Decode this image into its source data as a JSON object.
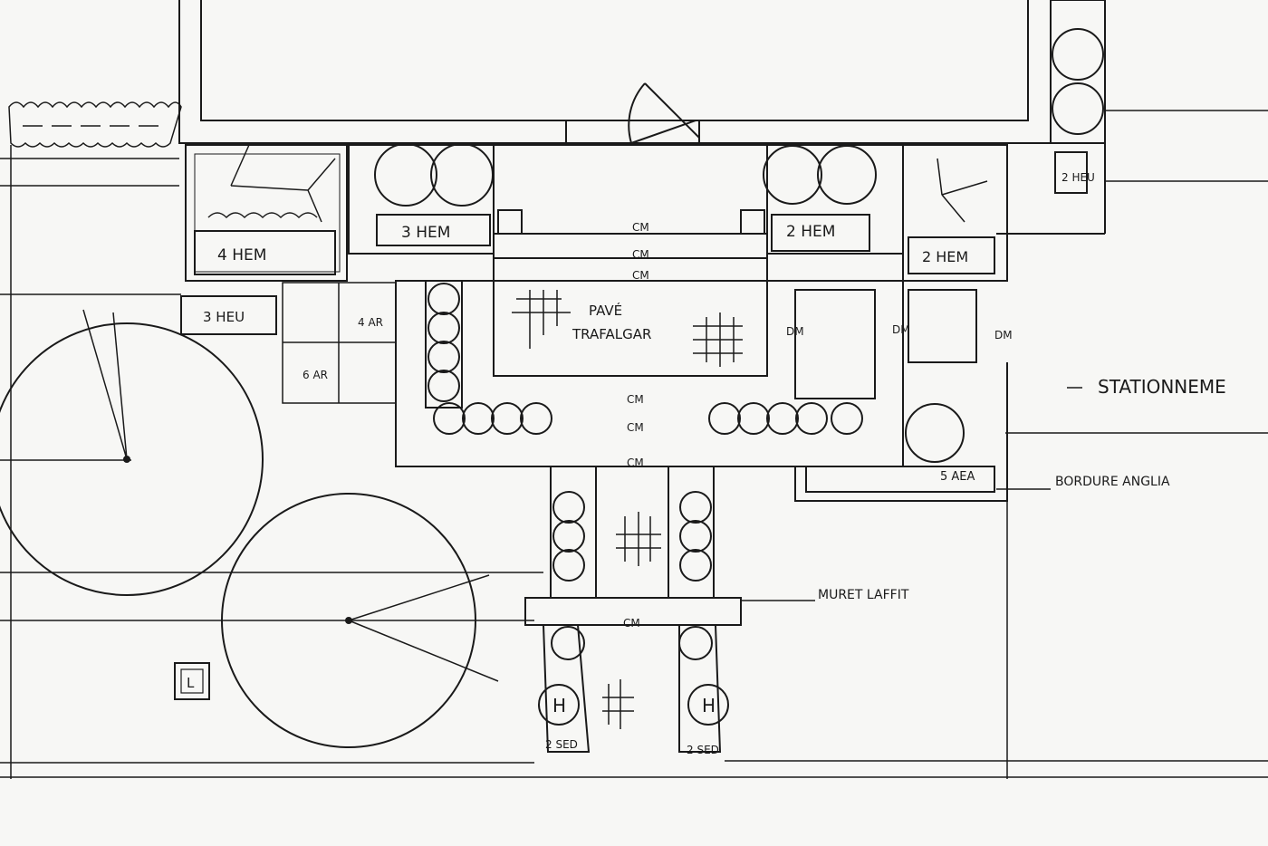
{
  "drawing": {
    "labels": {
      "hem_4": "4 HEM",
      "hem_3": "3 HEM",
      "hem_2_left": "2 HEM",
      "hem_2_right": "2 HEM",
      "heu_3": "3 HEU",
      "heu_2": "2 HEU",
      "pave": "PAVÉ",
      "trafalgar": "TRAFALGAR",
      "stationnement": "STATIONNEME",
      "bordure": "BORDURE ANGLIA",
      "muret": "MURET LAFFIT",
      "aea_5": "5 AEA",
      "sed_left": "2 SED",
      "sed_right": "2 SED",
      "h_left": "H",
      "h_right": "H",
      "l_marker": "L",
      "ar_6": "6 AR",
      "ar_4": "4 AR",
      "cm": "CM",
      "dm": "DM"
    }
  },
  "colors": {
    "ink": "#1a1a1a",
    "paper": "#f7f7f5"
  }
}
